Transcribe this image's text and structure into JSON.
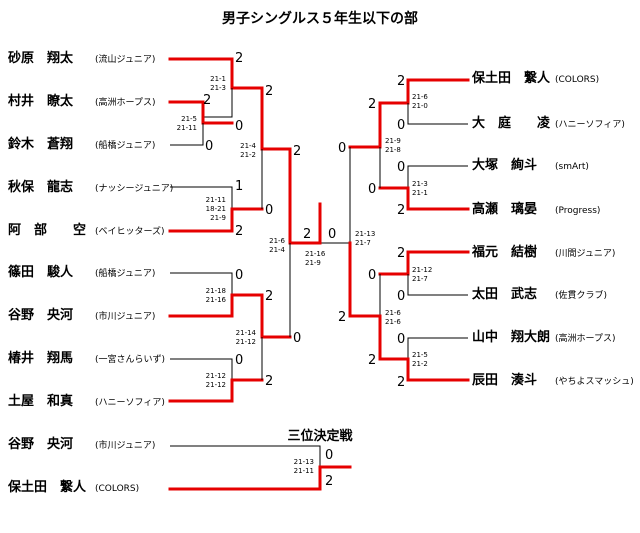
{
  "title": "男子シングルス５年生以下の部",
  "third_place_label": "三位決定戦",
  "colors": {
    "winner_line": "#e60000",
    "line": "#000000"
  },
  "left_players": [
    {
      "name": "砂原　翔太",
      "club": "(流山ジュニア)"
    },
    {
      "name": "村井　瞭太",
      "club": "(高洲ホープス)"
    },
    {
      "name": "鈴木　蒼翔",
      "club": "(船橋ジュニア)"
    },
    {
      "name": "秋保　龍志",
      "club": "(ナッシージュニア)"
    },
    {
      "name": "阿　部　　空",
      "club": "(ベイヒッターズ)"
    },
    {
      "name": "篠田　駿人",
      "club": "(船橋ジュニア)"
    },
    {
      "name": "谷野　央河",
      "club": "(市川ジュニア)"
    },
    {
      "name": "椿井　翔馬",
      "club": "(一宮さんらいず)"
    },
    {
      "name": "土屋　和真",
      "club": "(ハニーソフィア)"
    }
  ],
  "right_players": [
    {
      "name": "保土田　繋人",
      "club": "(COLORS)"
    },
    {
      "name": "大　庭　　凌",
      "club": "(ハニーソフィア)"
    },
    {
      "name": "大塚　絢斗",
      "club": "(smArt)"
    },
    {
      "name": "高瀬　璃晏",
      "club": "(Progress)"
    },
    {
      "name": "福元　結樹",
      "club": "(川間ジュニア)"
    },
    {
      "name": "太田　武志",
      "club": "(佐貫クラブ)"
    },
    {
      "name": "山中　翔大朗",
      "club": "(高洲ホープス)"
    },
    {
      "name": "辰田　湊斗",
      "club": "(やちよスマッシュ)"
    }
  ],
  "third_players": [
    {
      "name": "谷野　央河",
      "club": "(市川ジュニア)"
    },
    {
      "name": "保土田　繋人",
      "club": "(COLORS)"
    }
  ],
  "left_matches": {
    "m_sahara_murai": {
      "top": "2",
      "bottom": "0",
      "games": [
        "21-1",
        "21-3"
      ]
    },
    "m_murai_suzuki": {
      "top": "2",
      "bottom": "0",
      "games": [
        "21-5",
        "21-11"
      ]
    },
    "m_aiho_abe": {
      "top": "1",
      "bottom": "2",
      "games": [
        "21-11",
        "18-21",
        "21-9"
      ]
    },
    "m_shinoda_yano": {
      "top": "0",
      "bottom": "2",
      "games": [
        "21-18",
        "21-16"
      ]
    },
    "m_tsubai_tsuchiya": {
      "top": "0",
      "bottom": "2",
      "games": [
        "21-12",
        "21-12"
      ]
    },
    "m_r2_a": {
      "top": "2",
      "bottom": "0",
      "games": [
        "21-4",
        "21-2"
      ]
    },
    "m_r2_b": {
      "top": "2",
      "bottom": "0",
      "games": [
        "21-14",
        "21-12"
      ]
    },
    "m_semi": {
      "top": "2",
      "bottom": "0",
      "games": [
        "21-6",
        "21-4"
      ]
    }
  },
  "right_matches": {
    "m_hodota_oba": {
      "top": "2",
      "bottom": "0",
      "games": [
        "21-6",
        "21-0"
      ]
    },
    "m_otsuka_takase": {
      "top": "0",
      "bottom": "2",
      "games": [
        "21-3",
        "21-1"
      ]
    },
    "m_fukumoto_ota": {
      "top": "2",
      "bottom": "0",
      "games": [
        "21-12",
        "21-7"
      ]
    },
    "m_yamanaka_tatsuta": {
      "top": "0",
      "bottom": "2",
      "games": [
        "21-5",
        "21-2"
      ]
    },
    "m_r2_a": {
      "top": "2",
      "bottom": "0",
      "games": [
        "21-9",
        "21-8"
      ]
    },
    "m_r2_b": {
      "top": "0",
      "bottom": "2",
      "games": [
        "21-6",
        "21-6"
      ]
    },
    "m_semi": {
      "top": "0",
      "bottom": "2",
      "games": [
        "21-13",
        "21-7"
      ]
    }
  },
  "final": {
    "left": "2",
    "right": "0",
    "games": [
      "21-16",
      "21-9"
    ]
  },
  "third_place": {
    "top": "0",
    "bottom": "2",
    "games": [
      "21-13",
      "21-11"
    ]
  }
}
